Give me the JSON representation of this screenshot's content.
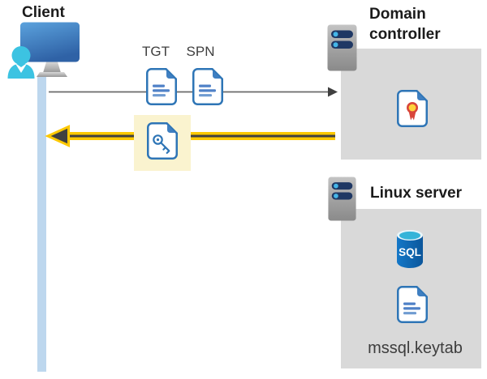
{
  "nodes": {
    "client": {
      "label": "Client",
      "icon": "client-workstation-icon"
    },
    "domain_controller": {
      "label": "Domain controller",
      "icon": "server-icon",
      "content_icons": [
        "certificate-document-icon"
      ]
    },
    "linux_server": {
      "label": "Linux server",
      "icon": "server-icon",
      "content_icons": [
        "sql-database-icon",
        "document-icon"
      ],
      "sql_badge": "SQL",
      "keytab_label": "mssql.keytab"
    }
  },
  "flow": {
    "request": {
      "direction": "client-to-domain-controller",
      "labels": [
        "TGT",
        "SPN"
      ],
      "icons": [
        "document-icon",
        "document-icon"
      ],
      "arrow_color": "#3f3f3f"
    },
    "response": {
      "direction": "domain-controller-to-client",
      "icon": "key-document-icon",
      "highlighted": true,
      "arrow_color": "#fdc800"
    }
  },
  "colors": {
    "node_box": "#d9d9d9",
    "client_timeline": "#bdd7ee",
    "highlight": "#faf3cf",
    "arrow_yellow": "#fdc800",
    "arrow_dark": "#3f3f3f",
    "doc_border_blue": "#2e75b6",
    "doc_fold_blue": "#3f7fc1",
    "server_slot_navy": "#1f3864",
    "server_dot_blue": "#45b6e8",
    "sql_blue": "#0e5da3",
    "sql_top_cyan": "#35b4d9",
    "cert_red": "#d8453a",
    "cert_yellow": "#ffd23b",
    "person_cyan": "#3cc3e2"
  }
}
